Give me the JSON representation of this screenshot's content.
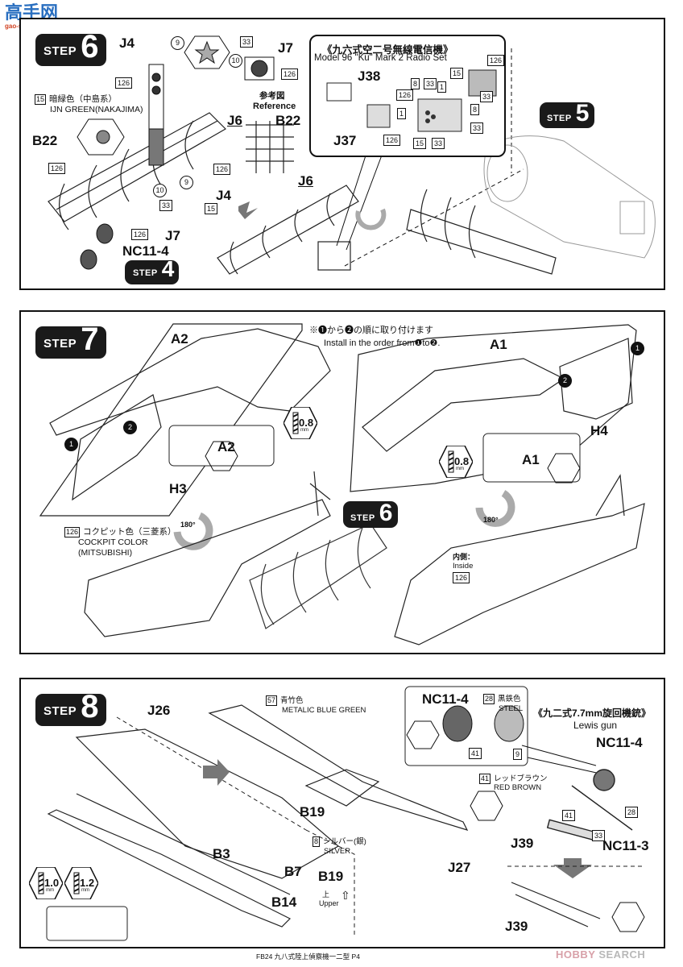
{
  "watermark_top": {
    "logo_chars": "高手网",
    "site": "gao-shou.com"
  },
  "watermark_bottom": {
    "brand1": "HOBBY",
    "brand2": "SEARCH"
  },
  "footer": "FB24 九八式陸上偵察機一二型 P4",
  "step6": {
    "step_word": "STEP",
    "step_number": "6",
    "parts": {
      "J4_top": "J4",
      "J7_top": "J7",
      "B22_left": "B22",
      "J6": "J6",
      "B22_ref": "B22",
      "J4_low": "J4",
      "J7_low": "J7",
      "NC11_4": "NC11-4",
      "J6_right": "J6"
    },
    "reference": {
      "jp": "参考図",
      "en": "Reference"
    },
    "paint_15": {
      "code": "15",
      "jp": "暗緑色（中島系）",
      "en": "IJN GREEN(NAKAJIMA)"
    },
    "paint_codes": [
      "126",
      "9",
      "33",
      "10",
      "126",
      "126",
      "9",
      "10",
      "33",
      "126",
      "15",
      "126"
    ],
    "sub_step_4": {
      "step_word": "STEP",
      "step_number": "4"
    },
    "radio": {
      "title_jp": "《九六式空二号無線電信機》",
      "title_en": "Model 96 \"Ku\" Mark 2 Radio Set",
      "parts": [
        "J38",
        "J37"
      ],
      "codes": [
        "126",
        "15",
        "8",
        "33",
        "1",
        "126",
        "1",
        "8",
        "33",
        "126",
        "15",
        "33",
        "33"
      ]
    },
    "sub_step_5": {
      "step_word": "STEP",
      "step_number": "5"
    }
  },
  "step7": {
    "step_word": "STEP",
    "step_number": "7",
    "note_jp": "※❶から❷の順に取り付けます",
    "note_en": "Install in the order from❶to❷.",
    "parts": {
      "A2": "A2",
      "A2_detail": "A2",
      "H3": "H3",
      "A1": "A1",
      "A1_detail": "A1",
      "H4": "H4"
    },
    "order_marks": [
      "1",
      "2",
      "1",
      "2"
    ],
    "drill_left": {
      "value": "0.8",
      "unit": "mm"
    },
    "drill_right": {
      "value": "0.8",
      "unit": "mm"
    },
    "rotate_left": "180°",
    "rotate_right": "180°",
    "cockpit_paint": {
      "code": "126",
      "jp": "コクピット色（三菱系）",
      "en1": "COCKPIT COLOR",
      "en2": "(MITSUBISHI)"
    },
    "inside": {
      "jp": "内側：",
      "en": "Inside",
      "code": "126"
    },
    "sub_step_6": {
      "step_word": "STEP",
      "step_number": "6"
    }
  },
  "step8": {
    "step_word": "STEP",
    "step_number": "8",
    "parts": {
      "J26": "J26",
      "B19": "B19",
      "B3": "B3",
      "B7": "B7",
      "B14": "B14",
      "J27": "J27",
      "B19_detail": "B19",
      "J39": "J39",
      "J39_low": "J39",
      "NC11_3": "NC11-3",
      "NC11_4_a": "NC11-4",
      "NC11_4_b": "NC11-4"
    },
    "paint_57": {
      "code": "57",
      "jp": "青竹色",
      "en": "METALIC BLUE GREEN"
    },
    "paint_8": {
      "code": "8",
      "jp": "シルバー(銀)",
      "en": "SILVER"
    },
    "upper": {
      "jp": "上",
      "en": "Upper"
    },
    "drill_a": {
      "value": "1.0",
      "unit": "mm"
    },
    "drill_b": {
      "value": "1.2",
      "unit": "mm"
    },
    "wheel_paint": {
      "code": "28",
      "jp": "黒鉄色",
      "en": "STEEL"
    },
    "wheel_codes": [
      "41",
      "9"
    ],
    "lewis": {
      "title_jp": "《九二式7.7mm旋回機銃》",
      "title_en": "Lewis gun"
    },
    "paint_41": {
      "code": "41",
      "jp": "レッドブラウン",
      "en": "RED BROWN"
    },
    "gun_codes": [
      "41",
      "28",
      "33"
    ]
  }
}
